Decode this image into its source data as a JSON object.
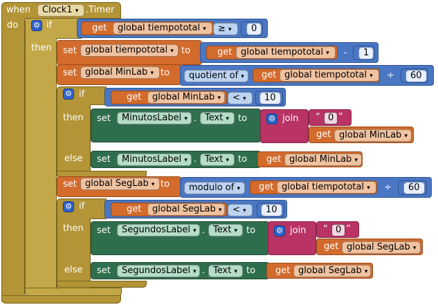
{
  "event": {
    "when_label": "when",
    "component": "Clock1",
    "event_name": ".Timer",
    "do_label": "do"
  },
  "arrow_glyph": "▾",
  "keywords": {
    "if": "if",
    "then": "then",
    "else": "else",
    "set": "set",
    "get": "get",
    "to": "to",
    "join": "join",
    "quotient_of": "quotient of",
    "modulo_of": "modulo of",
    "text_prop": "Text",
    "dot": "."
  },
  "outer_if": {
    "variable": "global tiempototal",
    "operator": "≥",
    "value": "0"
  },
  "decrement": {
    "target": "global tiempototal",
    "source": "global tiempototal",
    "operator": "-",
    "value": "1"
  },
  "minlab_assign": {
    "target": "global MinLab",
    "source": "global tiempototal",
    "divide_symbol": "÷",
    "divisor": "60"
  },
  "min_if": {
    "variable": "global MinLab",
    "operator": "<",
    "value": "10",
    "then_component": "MinutosLabel",
    "join_string": "0",
    "join_variable": "global MinLab",
    "else_component": "MinutosLabel",
    "else_variable": "global MinLab"
  },
  "seglab_assign": {
    "target": "global SegLab",
    "source": "global tiempototal",
    "divide_symbol": "÷",
    "divisor": "60"
  },
  "seg_if": {
    "variable": "global SegLab",
    "operator": "<",
    "value": "10",
    "then_component": "SegundosLabel",
    "join_string": "0",
    "join_variable": "global SegLab",
    "else_component": "SegundosLabel",
    "else_variable": "global SegLab"
  },
  "colors": {
    "control": "#b39436",
    "variables": "#d36b2c",
    "math": "#4a77c3",
    "component": "#2f6e4c",
    "text": "#b93365"
  }
}
